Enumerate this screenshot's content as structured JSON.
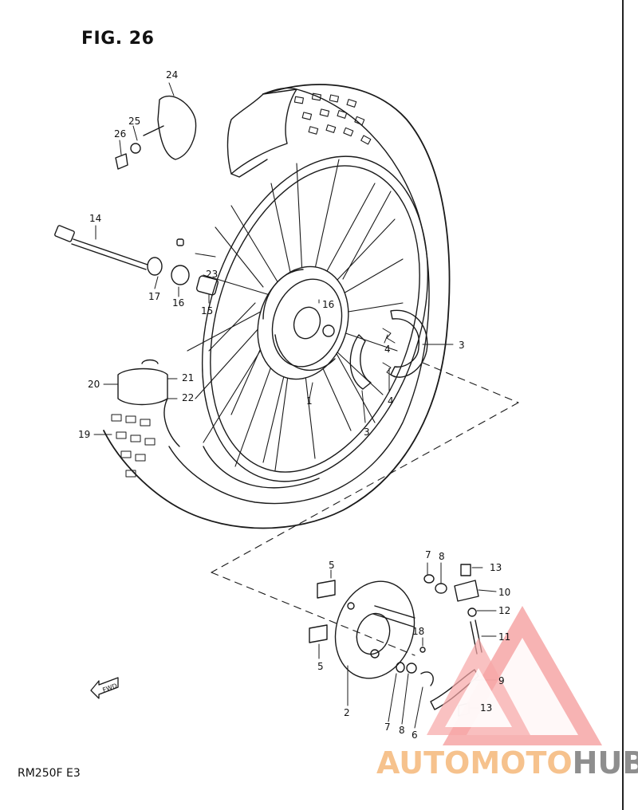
{
  "figure": {
    "title": "FIG. 26",
    "model_code": "RM250F  E3"
  },
  "callouts": {
    "c1": "1",
    "c2": "2",
    "c3a": "3",
    "c3b": "3",
    "c4a": "4",
    "c4b": "4",
    "c5a": "5",
    "c5b": "5",
    "c6": "6",
    "c7a": "7",
    "c7b": "7",
    "c8a": "8",
    "c8b": "8",
    "c9": "9",
    "c10": "10",
    "c11": "11",
    "c12": "12",
    "c13a": "13",
    "c13b": "13",
    "c14": "14",
    "c15": "15",
    "c16a": "16",
    "c16b": "16",
    "c17": "17",
    "c18": "18",
    "c19": "19",
    "c20": "20",
    "c21": "21",
    "c22": "22",
    "c23": "23",
    "c24": "24",
    "c25": "25",
    "c26": "26"
  },
  "fwd_label": "FWD",
  "watermark": {
    "part1": "AUTOMOTO",
    "part2": "HUB",
    "accent_color": "#f2a3a3",
    "orange": "#f6c28d"
  }
}
